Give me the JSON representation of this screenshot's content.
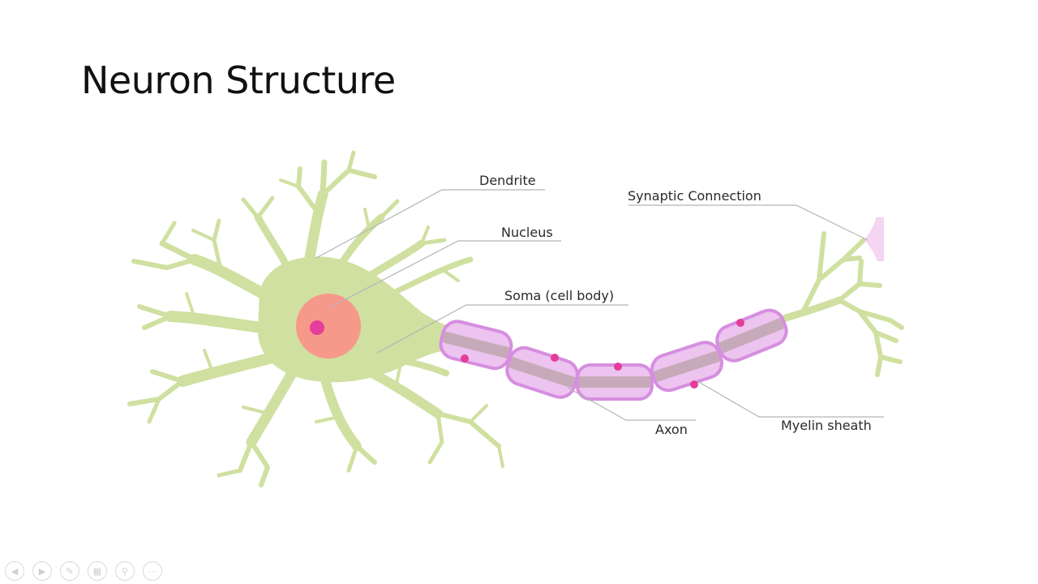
{
  "slide": {
    "title": "Neuron Structure"
  },
  "diagram": {
    "labels": {
      "dendrite": "Dendrite",
      "nucleus": "Nucleus",
      "soma": "Soma (cell body)",
      "synaptic_connection": "Synaptic Connection",
      "axon": "Axon",
      "myelin_sheath": "Myelin sheath"
    },
    "colors": {
      "cell_body": "#cfe0a0",
      "nucleus": "#f7998a",
      "nucleolus": "#e43d9a",
      "myelin_fill": "#ecc4ef",
      "myelin_stroke": "#d68ee0",
      "axon_core": "#c7aab9",
      "leader_line": "#b5b5b5"
    }
  },
  "toolbar": {
    "icons": [
      "previous-icon",
      "next-icon",
      "pen-icon",
      "slides-icon",
      "zoom-icon",
      "more-icon"
    ]
  }
}
